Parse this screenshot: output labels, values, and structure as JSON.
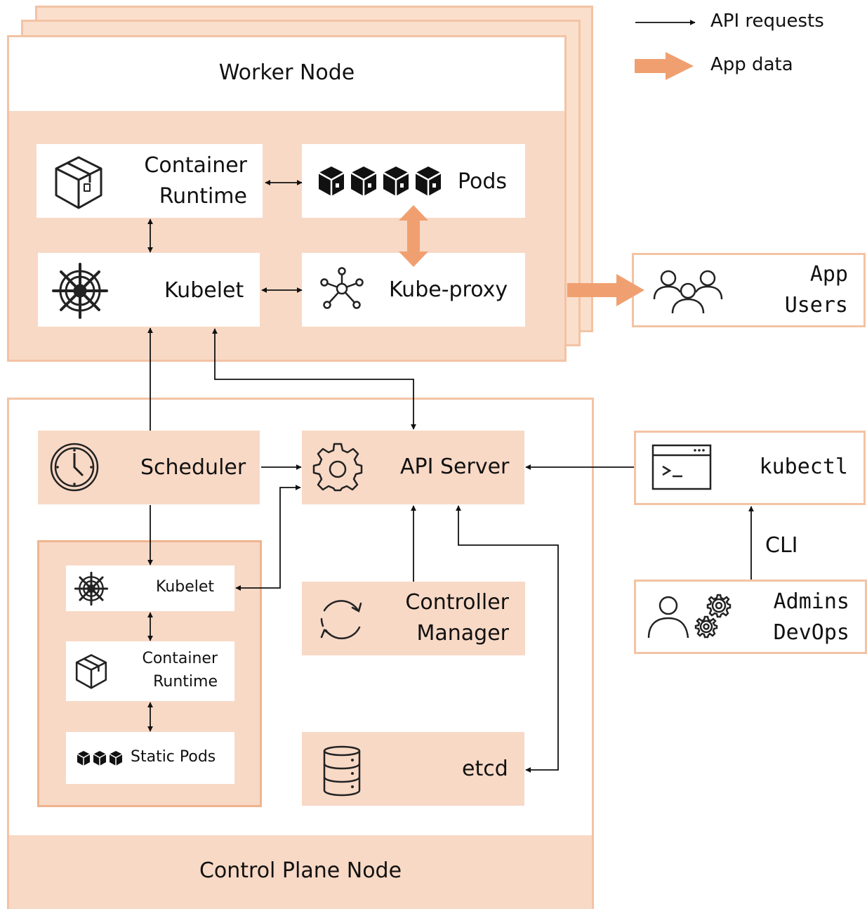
{
  "legend": {
    "api_requests": "API requests",
    "app_data": "App data"
  },
  "worker": {
    "title": "Worker Node",
    "container_runtime": [
      "Container",
      "Runtime"
    ],
    "pods": "Pods",
    "kubelet": "Kubelet",
    "kube_proxy": "Kube-proxy"
  },
  "app_users": [
    "App",
    "Users"
  ],
  "control_plane": {
    "title": "Control Plane Node",
    "scheduler": "Scheduler",
    "api_server": "API Server",
    "kubelet": "Kubelet",
    "container_runtime": [
      "Container",
      "Runtime"
    ],
    "static_pods": "Static Pods",
    "controller_manager": [
      "Controller",
      "Manager"
    ],
    "etcd": "etcd"
  },
  "kubectl": "kubectl",
  "cli": "CLI",
  "admins": [
    "Admins",
    "DevOps"
  ],
  "colors": {
    "orange_border": "#f3c3a4",
    "orange_fill": "#f8d9c6",
    "app_data_arrow": "#f0a070"
  },
  "icons": {
    "container_runtime": "box-icon",
    "pods": "cube-icon",
    "kubelet": "helm-wheel-icon",
    "kube_proxy": "network-icon",
    "app_users": "users-icon",
    "scheduler": "clock-icon",
    "api_server": "gear-icon",
    "controller_manager": "refresh-icon",
    "etcd": "database-icon",
    "kubectl": "terminal-icon",
    "admins": "admin-gears-icon"
  }
}
